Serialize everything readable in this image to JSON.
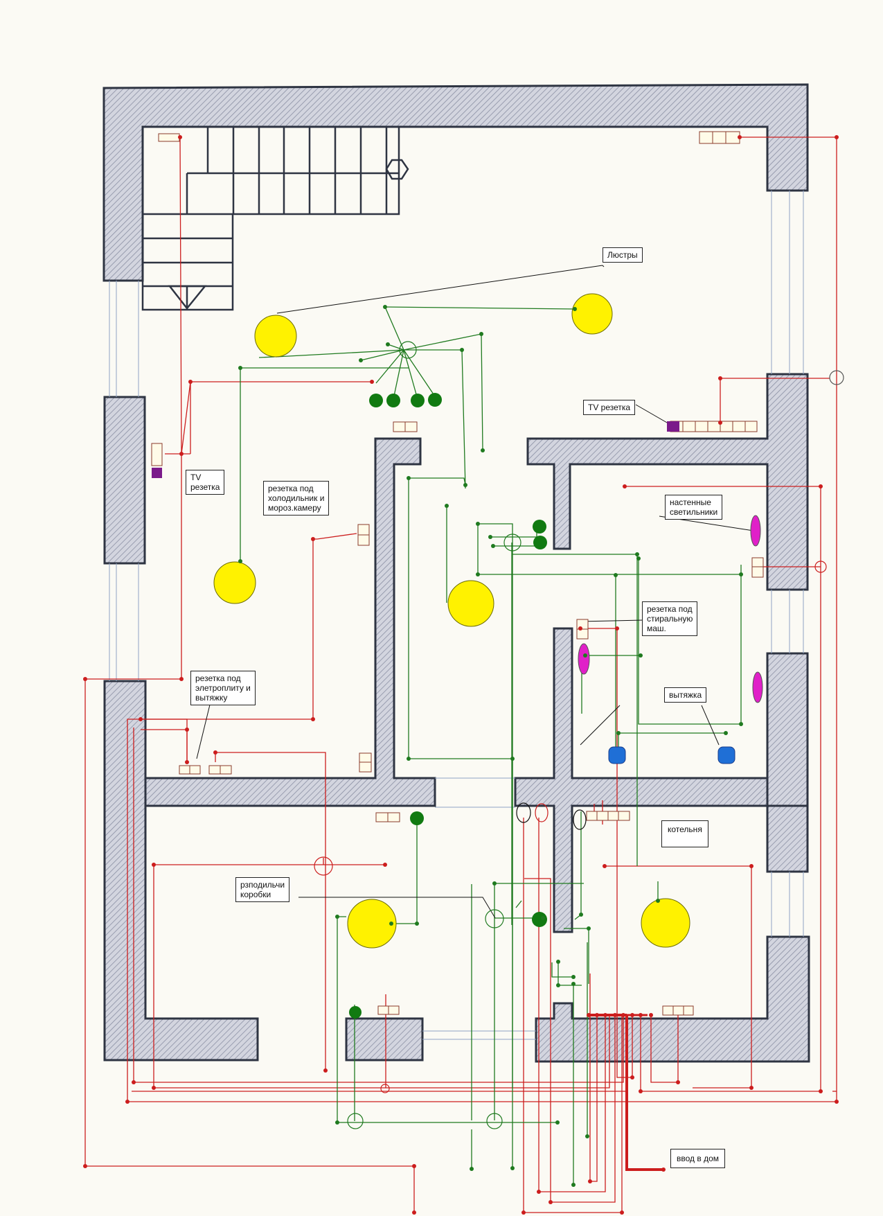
{
  "labels": {
    "chandeliers": "Люстры",
    "tv_socket_right": "TV резетка",
    "tv_socket_left": "TV\nрезетка",
    "fridge_socket": "резетка под\nхолодильник и\nмороз.камеру",
    "wall_lights": "настенные\nсветильники",
    "washer_socket": "резетка под\nстиральную\nмаш.",
    "hood": "вытяжка",
    "stove_socket": "резетка под\nэлетроплиту и\nвытяжку",
    "boiler_room": "котельня",
    "junction_boxes": "рзподильчи\nкоробки",
    "house_entry": "ввод в дом"
  },
  "colors": {
    "wall_fill": "#c9ccd8",
    "wall_stroke": "#2e3442",
    "power_wire": "#cc1d1d",
    "light_wire": "#1f7a1f",
    "ceiling_light": "#fff200",
    "wall_light": "#e020c8",
    "hood_fixture": "#1f6fd6",
    "tv_socket": "#7a1a8a",
    "pendant": "#117a11"
  }
}
